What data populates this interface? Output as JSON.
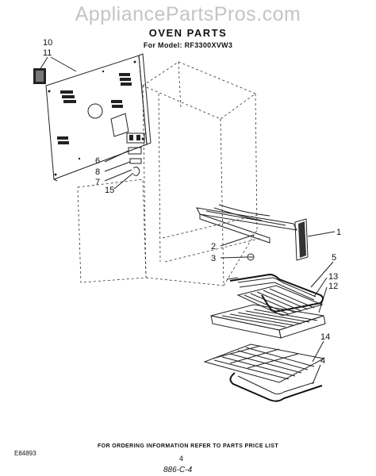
{
  "header": {
    "watermark": "AppliancePartsPros.com",
    "title": "OVEN PARTS",
    "subtitle": "For Model: RF3300XVW3"
  },
  "callouts": [
    {
      "label": "10"
    },
    {
      "label": "11"
    },
    {
      "label": "6"
    },
    {
      "label": "8"
    },
    {
      "label": "7"
    },
    {
      "label": "15"
    },
    {
      "label": "1"
    },
    {
      "label": "2"
    },
    {
      "label": "3"
    },
    {
      "label": "5"
    },
    {
      "label": "13"
    },
    {
      "label": "12"
    },
    {
      "label": "14"
    },
    {
      "label": "4"
    }
  ],
  "footer": {
    "note": "FOR ORDERING INFORMATION REFER TO PARTS PRICE LIST",
    "doc_code": "E84893",
    "page": "4",
    "revision": "886-C-4"
  }
}
